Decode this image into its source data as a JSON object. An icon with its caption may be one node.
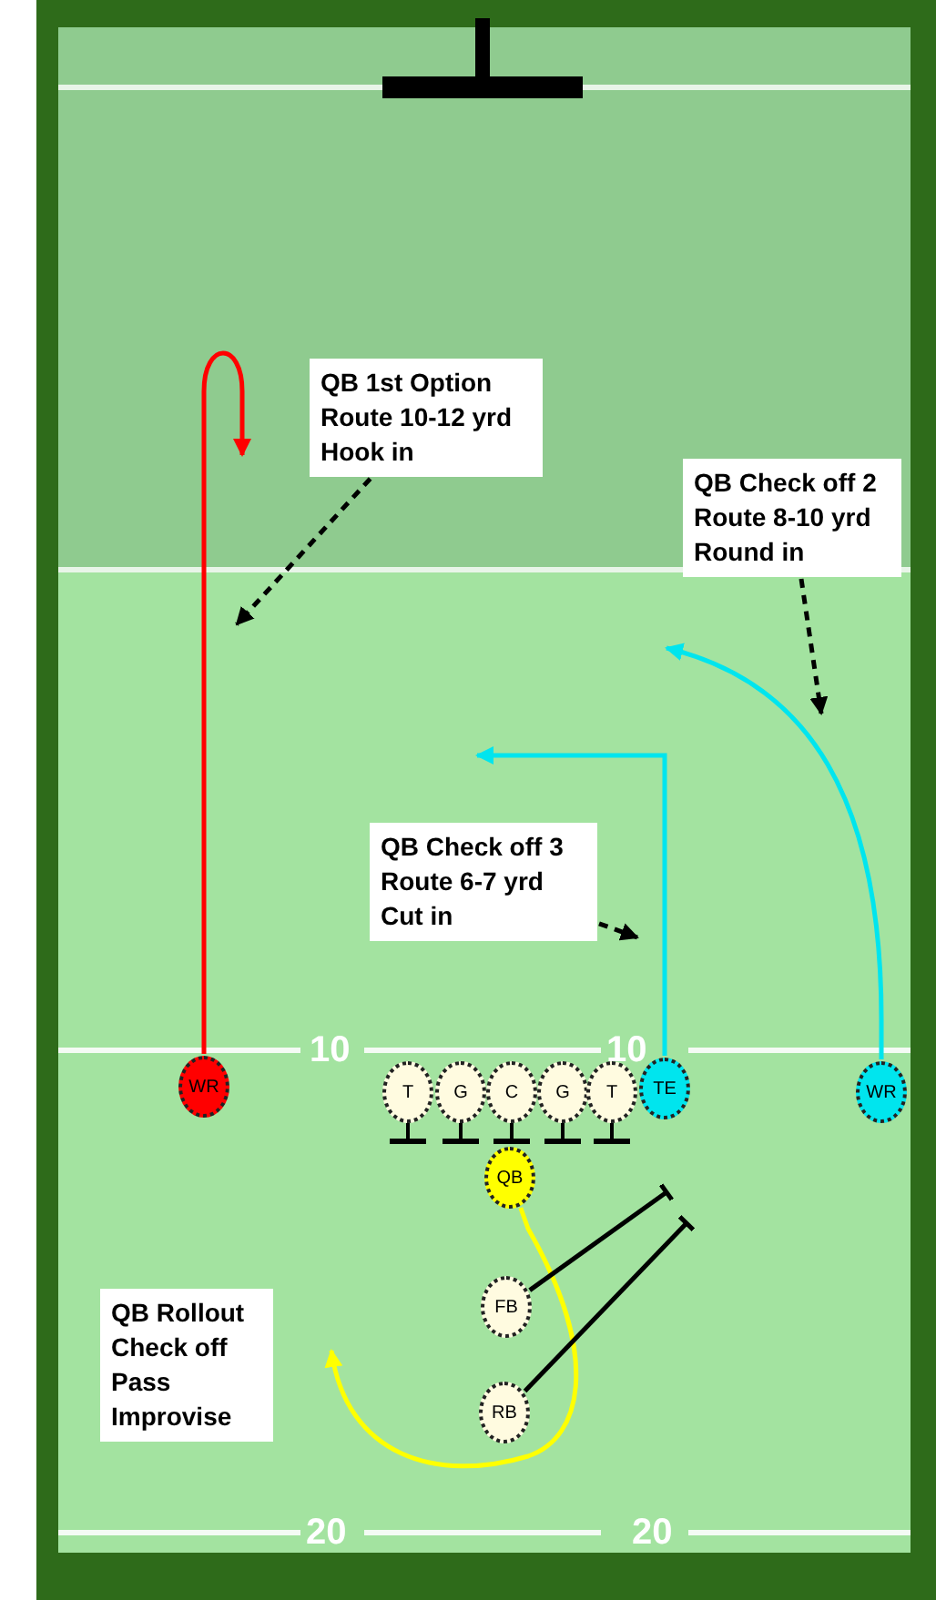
{
  "diagram": {
    "nodes": [
      {
        "text": [
          "QB 1st Option Route 10-12 yrd Hook in"
        ]
      },
      {
        "text": [
          "QB Check off 2 Route 8-10 yrd Round in"
        ]
      },
      {
        "text": [
          "QB Check off 3 Route 6-7 yrd Cut in"
        ]
      },
      {
        "text": [
          "WR"
        ]
      },
      {
        "text": [
          "T"
        ]
      },
      {
        "text": [
          "G"
        ]
      },
      {
        "text": [
          "C"
        ]
      },
      {
        "text": [
          "G"
        ]
      },
      {
        "text": [
          "T"
        ]
      },
      {
        "text": [
          "TE"
        ]
      },
      {
        "text": [
          "WR"
        ]
      },
      {
        "text": [
          "QB"
        ]
      },
      {
        "text": [
          "FB"
        ]
      },
      {
        "text": [
          "RB"
        ]
      },
      {
        "text": [
          "QB Rollout Check off Pass Improvise"
        ]
      }
    ],
    "edges": [
      {
        "from": 3,
        "to": null,
        "arrow": "to",
        "color": "#ff0000"
      },
      {
        "from": 9,
        "to": null,
        "arrow": "to",
        "color": "#00e5ee"
      },
      {
        "from": 10,
        "to": null,
        "arrow": "to",
        "color": "#00e5ee"
      },
      {
        "from": 11,
        "to": null,
        "arrow": "to",
        "color": "#ffff00"
      },
      {
        "from": 12,
        "to": null,
        "arrow": "other"
      },
      {
        "from": 13,
        "to": null,
        "arrow": "other"
      },
      {
        "from": 0,
        "to": null,
        "arrow": "to",
        "style": "dashed"
      },
      {
        "from": 1,
        "to": null,
        "arrow": "to",
        "style": "dashed"
      },
      {
        "from": 2,
        "to": null,
        "arrow": "to",
        "style": "dashed"
      }
    ],
    "labels": [
      "10",
      "10",
      "20",
      "20"
    ]
  }
}
